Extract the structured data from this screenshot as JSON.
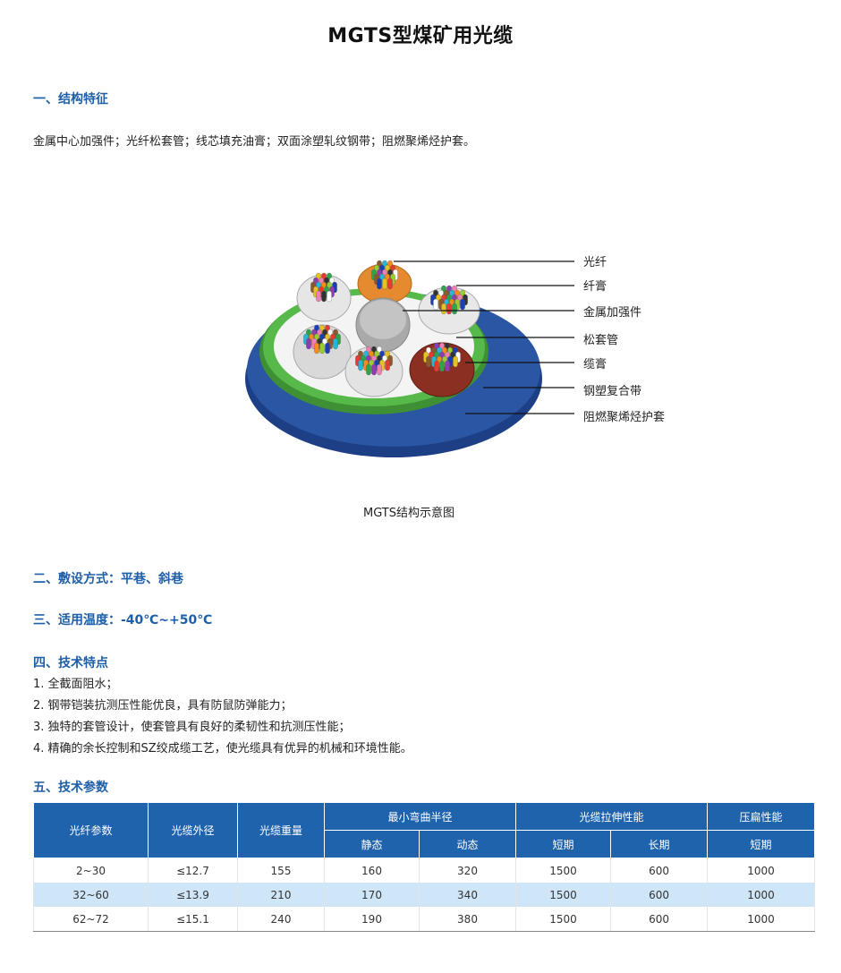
{
  "title": "MGTS型煤矿用光缆",
  "sections": {
    "structure": {
      "heading": "一、结构特征",
      "text": "金属中心加强件；光纤松套管；线芯填充油膏；双面涂塑轧纹钢带；阻燃聚烯烃护套。"
    },
    "laying": {
      "heading": "二、敷设方式：平巷、斜巷"
    },
    "temperature": {
      "heading": "三、适用温度：-40℃~+50℃"
    },
    "features": {
      "heading": "四、技术特点",
      "items": [
        "1. 全截面阻水；",
        "2. 钢带铠装抗测压性能优良，具有防鼠防弹能力；",
        "3. 独特的套管设计，使套管具有良好的柔韧性和抗测压性能；",
        "4. 精确的余长控制和SZ绞成缆工艺，使光缆具有优异的机械和环境性能。"
      ]
    },
    "params": {
      "heading": "五、技术参数"
    }
  },
  "figure": {
    "caption": "MGTS结构示意图",
    "labels": [
      "光纤",
      "纤膏",
      "金属加强件",
      "松套管",
      "缆膏",
      "钢塑复合带",
      "阻燃聚烯烃护套"
    ],
    "colors": {
      "jacket": "#2a56a3",
      "steel_tape": "#56b94a",
      "strength": "#a9a9a9"
    }
  },
  "table": {
    "headers": {
      "fiber": "光纤参数",
      "diameter": "光缆外径",
      "weight": "光缆重量",
      "bend": "最小弯曲半径",
      "tensile": "光缆拉伸性能",
      "crush": "压扁性能",
      "static": "静态",
      "dynamic": "动态",
      "short": "短期",
      "long": "长期",
      "crush_short": "短期"
    },
    "rows": [
      [
        "2~30",
        "≤12.7",
        "155",
        "160",
        "320",
        "1500",
        "600",
        "1000"
      ],
      [
        "32~60",
        "≤13.9",
        "210",
        "170",
        "340",
        "1500",
        "600",
        "1000"
      ],
      [
        "62~72",
        "≤15.1",
        "240",
        "190",
        "380",
        "1500",
        "600",
        "1000"
      ]
    ]
  }
}
